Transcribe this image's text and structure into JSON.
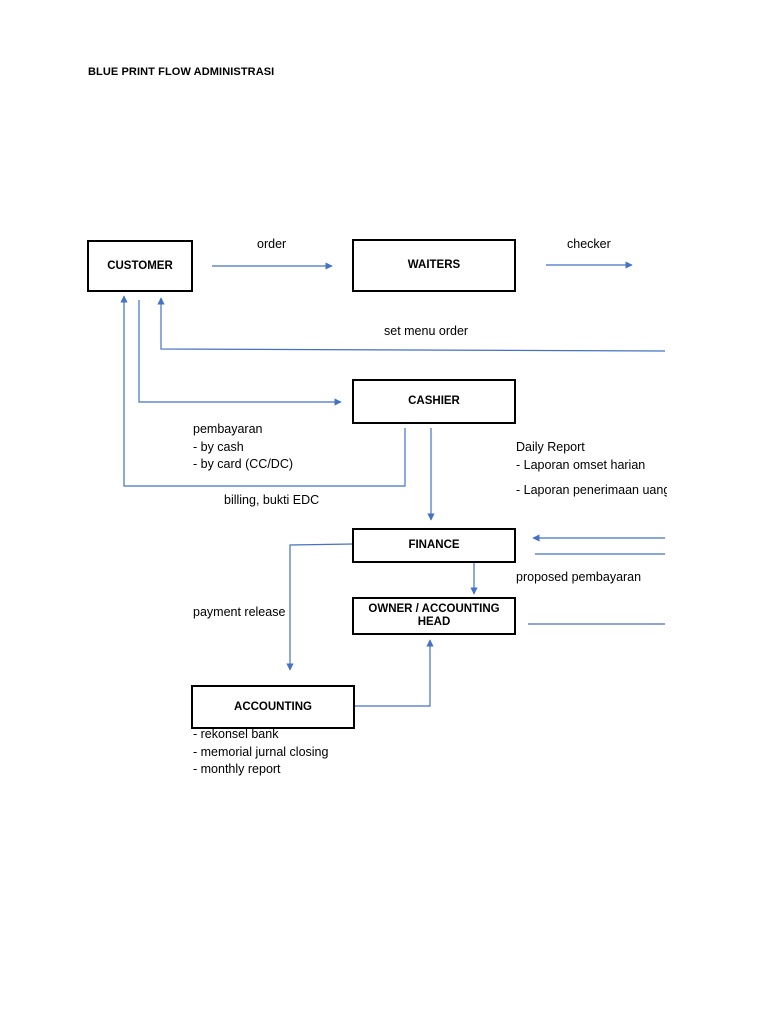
{
  "title": "BLUE PRINT FLOW ADMINISTRASI",
  "nodes": {
    "customer": "CUSTOMER",
    "waiters": "WAITERS",
    "cashier": "CASHIER",
    "finance": "FINANCE",
    "owner": "OWNER / ACCOUNTING HEAD",
    "accounting": "ACCOUNTING"
  },
  "labels": {
    "order": "order",
    "checker": "checker",
    "set_menu_order": "set menu order",
    "pembayaran": [
      "pembayaran",
      "- by cash",
      "- by card (CC/DC)"
    ],
    "billing": "billing, bukti EDC",
    "daily_report": [
      "Daily Report",
      "- Laporan omset harian"
    ],
    "laporan_penerimaan": "- Laporan penerimaan uang",
    "proposed_pembayaran": "proposed pembayaran",
    "payment_release": "payment release",
    "accounting_notes": [
      "- rekonsel bank",
      "- memorial jurnal closing",
      "- monthly report"
    ]
  },
  "colors": {
    "arrow": "#4472C4",
    "border": "#000000"
  }
}
